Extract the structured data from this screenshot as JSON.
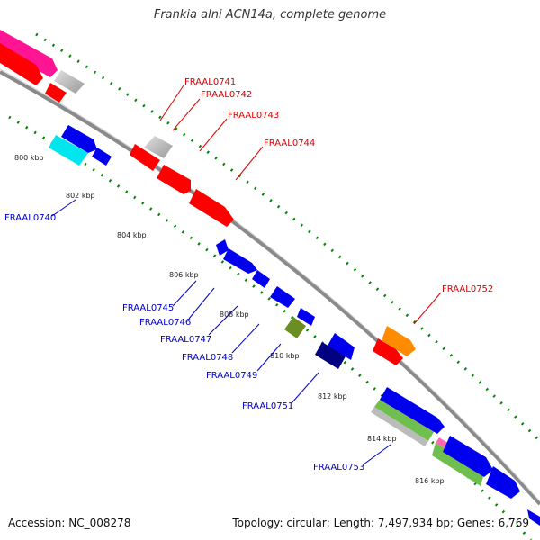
{
  "header": {
    "title": "Frankia alni ACN14a, complete genome"
  },
  "footer": {
    "accession": "Accession: NC_008278",
    "stats": "Topology: circular; Length: 7,497,934 bp; Genes: 6,769"
  },
  "scale": {
    "ticks": [
      "800 kbp",
      "802 kbp",
      "804 kbp",
      "806 kbp",
      "808 kbp",
      "810 kbp",
      "812 kbp",
      "814 kbp",
      "816 kbp"
    ]
  },
  "genes": {
    "forward": [
      "FRAAL0741",
      "FRAAL0742",
      "FRAAL0743",
      "FRAAL0744",
      "FRAAL0752"
    ],
    "reverse": [
      "FRAAL0740",
      "FRAAL0745",
      "FRAAL0746",
      "FRAAL0747",
      "FRAAL0748",
      "FRAAL0749",
      "FRAAL0751",
      "FRAAL0753"
    ]
  },
  "colors": {
    "gene_red": "#ff0000",
    "gene_blue": "#0000ee",
    "gene_gray": "#bbbbbb",
    "gene_pink": "#ff1493",
    "gene_cyan": "#00e5ee",
    "gene_olive": "#6b8e23",
    "gene_navy": "#000080",
    "gene_orange": "#ff8c00",
    "label_forward": "#dd0000",
    "label_reverse": "#0000cc",
    "backbone": "#888888",
    "dots": "#008800"
  }
}
